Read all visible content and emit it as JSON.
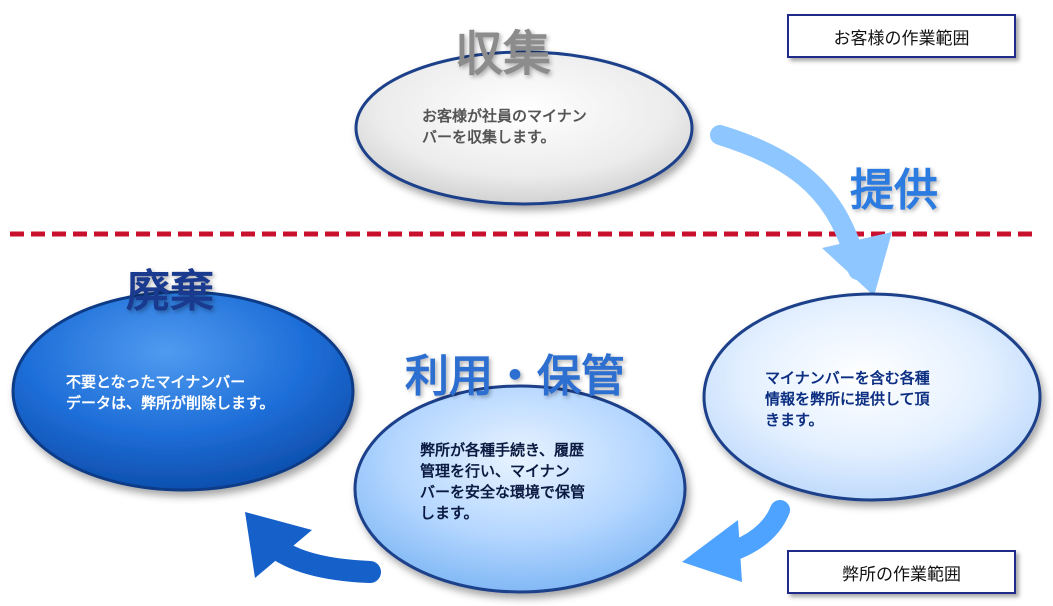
{
  "scopes": {
    "customer": "お客様の作業範囲",
    "company": "弊所の作業範囲"
  },
  "stages": {
    "collect": {
      "title": "収集",
      "body": [
        "お客様が社員のマイナン",
        "バーを収集します。"
      ]
    },
    "provide": {
      "title": "提供",
      "body": [
        "マイナンバーを含む各種",
        "情報を弊所に提供して頂",
        "きます。"
      ]
    },
    "use_store": {
      "title": "利用・保管",
      "body": [
        "弊所が各種手続き、履歴",
        "管理を行い、マイナン",
        "バーを安全な環境で保管",
        "します。"
      ]
    },
    "dispose": {
      "title": "廃棄",
      "body": [
        "不要となったマイナンバー",
        "データは、弊所が削除します。"
      ]
    }
  },
  "colors": {
    "divider": "#c8102e",
    "title_gray": "#8c8c8c",
    "title_blue": "#1a3a8f",
    "title_light": "#2c6fd1",
    "arrow_light": "#8ec6ff",
    "arrow_mid": "#4da3ff",
    "arrow_dark": "#1560c9"
  }
}
